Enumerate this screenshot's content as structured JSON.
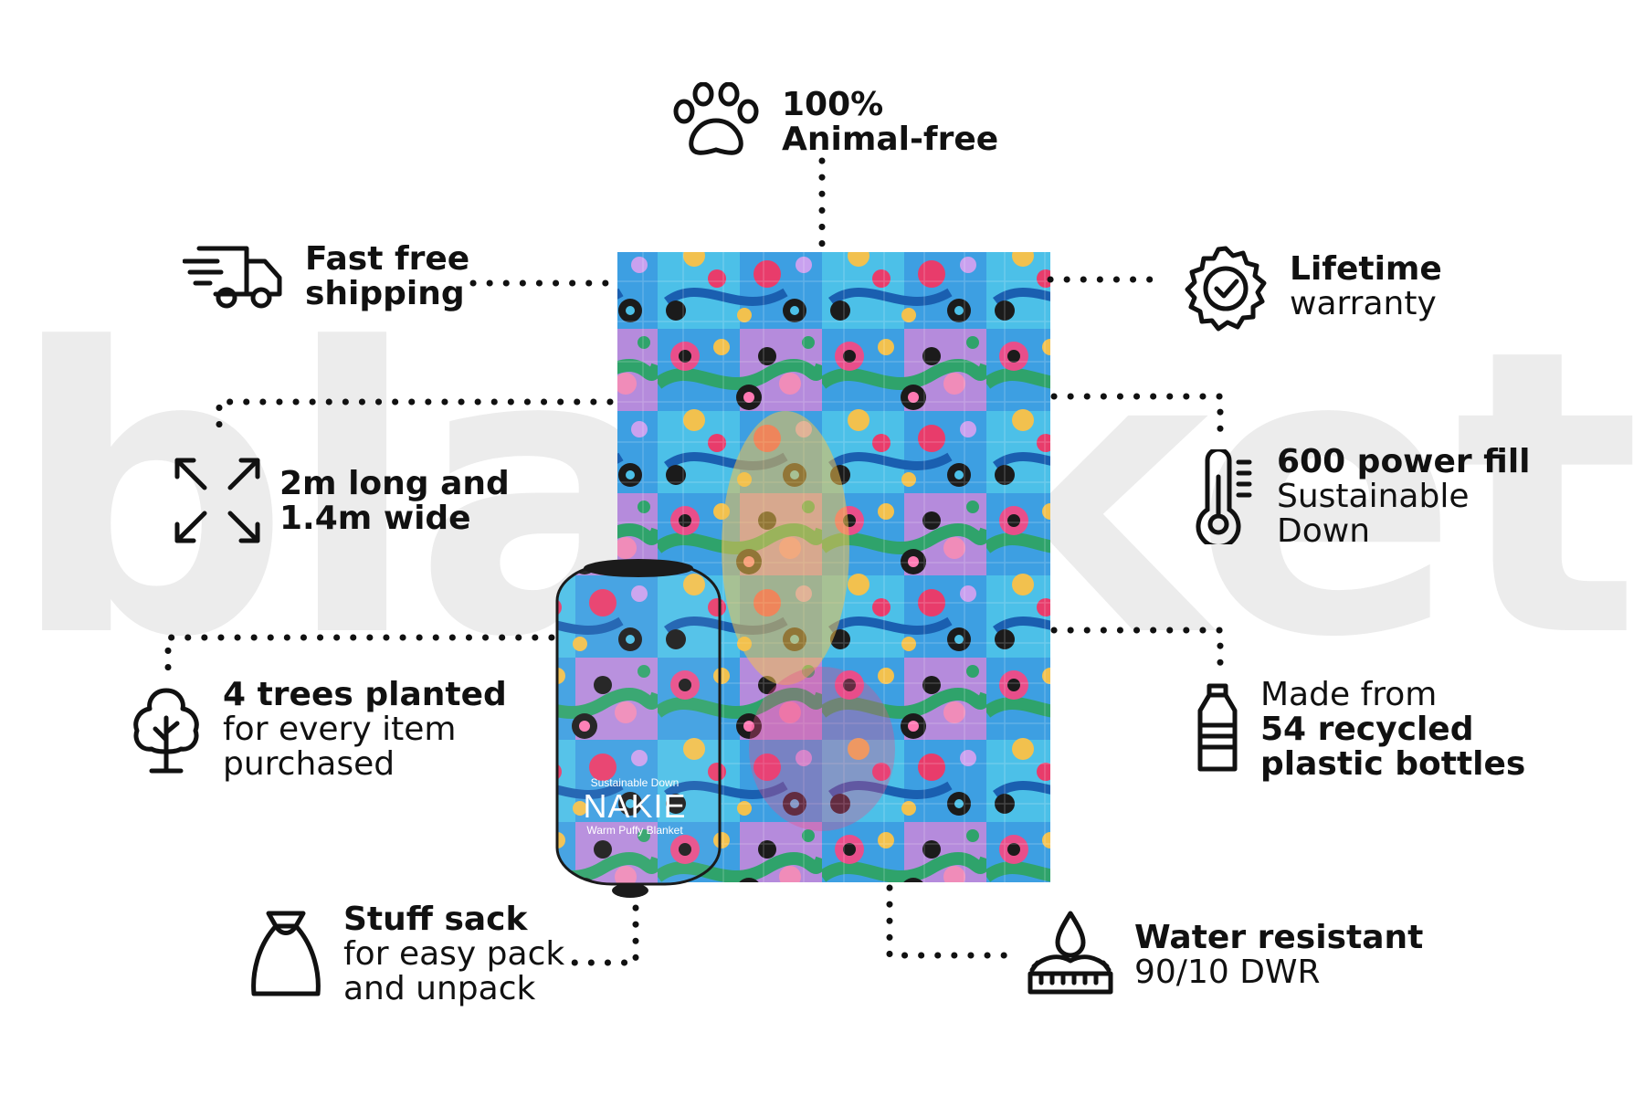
{
  "watermark": "blanket",
  "product": {
    "bag_top_line": "Sustainable Down",
    "bag_brand": "NAKIE",
    "bag_bottom_line": "Warm Puffy Blanket"
  },
  "features": {
    "animal_free": {
      "line1": "100%",
      "line2": "Animal-free",
      "icon": "paw-icon"
    },
    "shipping": {
      "line1": "Fast free",
      "line2": "shipping",
      "icon": "delivery-truck-icon"
    },
    "warranty": {
      "line1": "Lifetime",
      "line2": "warranty",
      "icon": "warranty-badge-icon"
    },
    "size": {
      "line1": "2m long and",
      "line2": "1.4m wide",
      "icon": "expand-arrows-icon"
    },
    "fill": {
      "line1": "600 power fill",
      "line2": "Sustainable",
      "line3": "Down",
      "icon": "thermometer-icon"
    },
    "trees": {
      "line1": "4 trees planted",
      "line2": "for every item",
      "line3": "purchased",
      "icon": "tree-icon"
    },
    "recycled": {
      "line1": "Made from",
      "line2": "54 recycled",
      "line3": "plastic bottles",
      "icon": "bottle-icon"
    },
    "stuff_sack": {
      "line1": "Stuff sack",
      "line2": "for easy pack",
      "line3": "and unpack",
      "icon": "sack-icon"
    },
    "water": {
      "line1": "Water resistant",
      "line2": "90/10 DWR",
      "icon": "water-drop-icon"
    }
  },
  "colors": {
    "text": "#111111",
    "watermark": "#ececec",
    "pattern": [
      "#3aa0e0",
      "#e84e8a",
      "#f2c14e",
      "#2fa36b",
      "#9b6fd8",
      "#1b1b1b"
    ]
  }
}
